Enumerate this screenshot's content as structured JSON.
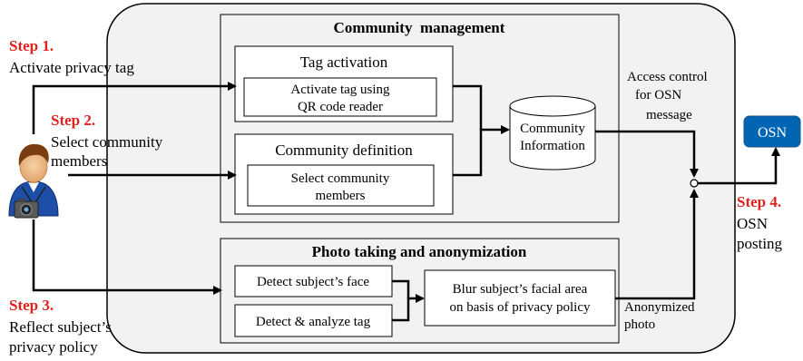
{
  "steps": [
    {
      "label": "Step 1.",
      "text": "Activate privacy tag"
    },
    {
      "label": "Step 2.",
      "text_line1": "Select community",
      "text_line2": "members"
    },
    {
      "label": "Step 3.",
      "text_line1": "Reflect subject’s",
      "text_line2": "privacy policy"
    },
    {
      "label": "Step 4.",
      "text_line1": "OSN",
      "text_line2": "posting"
    }
  ],
  "community_management": {
    "title": "Community  management",
    "tag_activation": {
      "title": "Tag activation",
      "inner_line1": "Activate tag using",
      "inner_line2": "QR code reader"
    },
    "community_definition": {
      "title": "Community definition",
      "inner_line1": "Select community",
      "inner_line2": "members"
    }
  },
  "database": {
    "line1": "Community",
    "line2": "Information"
  },
  "photo_taking": {
    "title": "Photo taking and anonymization",
    "detect_face": "Detect subject’s face",
    "detect_tag": "Detect & analyze tag",
    "blur_line1": "Blur subject’s facial area",
    "blur_line2": "on basis of privacy policy"
  },
  "access_control": {
    "line1": "Access control",
    "line2": "for OSN",
    "line3": "message"
  },
  "anonymized": {
    "line1": "Anonymized",
    "line2": "photo"
  },
  "osn": {
    "label": "OSN"
  },
  "colors": {
    "step_red": "#e0211d",
    "osn_blue": "#0066b3",
    "panel_fill": "#f2f2f2"
  },
  "icons": {
    "user": "user-with-camera-icon",
    "database": "database-cylinder-icon"
  }
}
